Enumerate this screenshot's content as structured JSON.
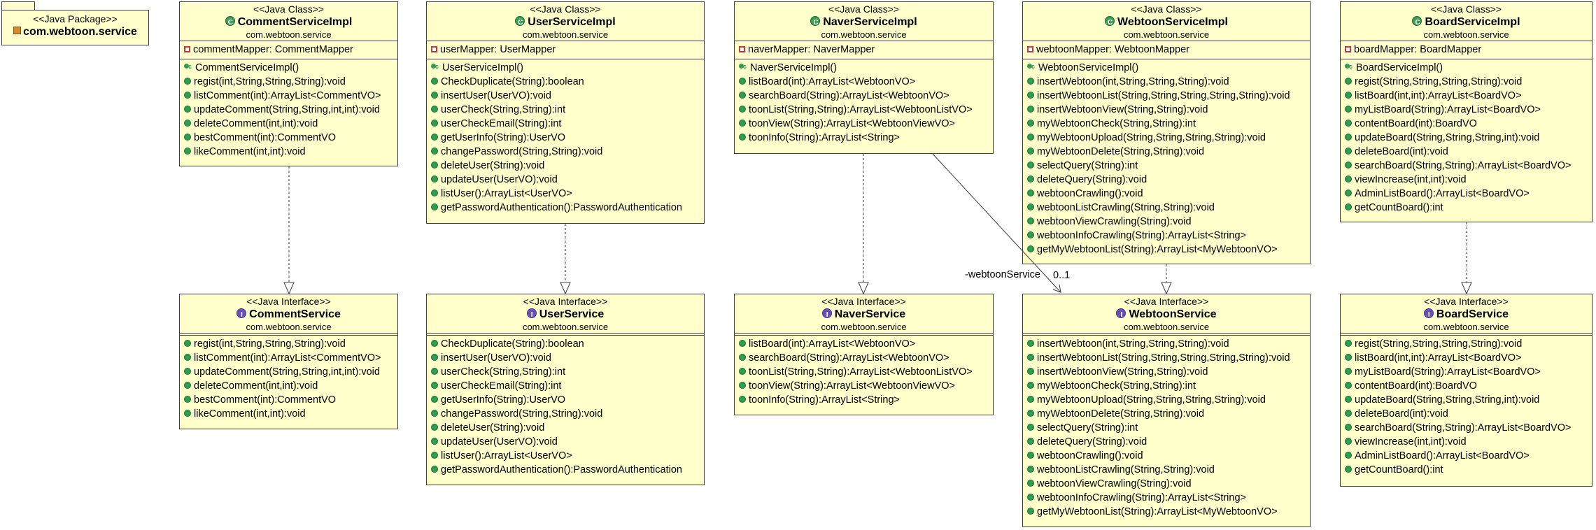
{
  "package": {
    "stereotype": "<<Java Package>>",
    "name": "com.webtoon.service"
  },
  "classes": {
    "comment_impl": {
      "stereotype": "<<Java Class>>",
      "name": "CommentServiceImpl",
      "package": "com.webtoon.service",
      "fields": [
        "commentMapper: CommentMapper"
      ],
      "constructor": "CommentServiceImpl()",
      "methods": [
        "regist(int,String,String,String):void",
        "listComment(int):ArrayList<CommentVO>",
        "updateComment(String,String,int,int):void",
        "deleteComment(int,int):void",
        "bestComment(int):CommentVO",
        "likeComment(int,int):void"
      ]
    },
    "user_impl": {
      "stereotype": "<<Java Class>>",
      "name": "UserServiceImpl",
      "package": "com.webtoon.service",
      "fields": [
        "userMapper: UserMapper"
      ],
      "constructor": "UserServiceImpl()",
      "methods": [
        "CheckDuplicate(String):boolean",
        "insertUser(UserVO):void",
        "userCheck(String,String):int",
        "userCheckEmail(String):int",
        "getUserInfo(String):UserVO",
        "changePassword(String,String):void",
        "deleteUser(String):void",
        "updateUser(UserVO):void",
        "listUser():ArrayList<UserVO>",
        "getPasswordAuthentication():PasswordAuthentication"
      ]
    },
    "naver_impl": {
      "stereotype": "<<Java Class>>",
      "name": "NaverServiceImpl",
      "package": "com.webtoon.service",
      "fields": [
        "naverMapper: NaverMapper"
      ],
      "constructor": "NaverServiceImpl()",
      "methods": [
        "listBoard(int):ArrayList<WebtoonVO>",
        "searchBoard(String):ArrayList<WebtoonVO>",
        "toonList(String,String):ArrayList<WebtoonListVO>",
        "toonView(String):ArrayList<WebtoonViewVO>",
        "toonInfo(String):ArrayList<String>"
      ]
    },
    "webtoon_impl": {
      "stereotype": "<<Java Class>>",
      "name": "WebtoonServiceImpl",
      "package": "com.webtoon.service",
      "fields": [
        "webtoonMapper: WebtoonMapper"
      ],
      "constructor": "WebtoonServiceImpl()",
      "methods": [
        "insertWebtoon(int,String,String,String):void",
        "insertWebtoonList(String,String,String,String,String):void",
        "insertWebtoonView(String,String):void",
        "myWebtoonCheck(String,String):int",
        "myWebtoonUpload(String,String,String,String):void",
        "myWebtoonDelete(String,String):void",
        "selectQuery(String):int",
        "deleteQuery(String):void",
        "webtoonCrawling():void",
        "webtoonListCrawling(String,String):void",
        "webtoonViewCrawling(String):void",
        "webtoonInfoCrawling(String):ArrayList<String>",
        "getMyWebtoonList(String):ArrayList<MyWebtoonVO>"
      ]
    },
    "board_impl": {
      "stereotype": "<<Java Class>>",
      "name": "BoardServiceImpl",
      "package": "com.webtoon.service",
      "fields": [
        "boardMapper: BoardMapper"
      ],
      "constructor": "BoardServiceImpl()",
      "methods": [
        "regist(String,String,String,String):void",
        "listBoard(int,int):ArrayList<BoardVO>",
        "myListBoard(String):ArrayList<BoardVO>",
        "contentBoard(int):BoardVO",
        "updateBoard(String,String,String,int):void",
        "deleteBoard(int):void",
        "searchBoard(String,String):ArrayList<BoardVO>",
        "viewIncrease(int,int):void",
        "AdminListBoard():ArrayList<BoardVO>",
        "getCountBoard():int"
      ]
    }
  },
  "interfaces": {
    "comment": {
      "stereotype": "<<Java Interface>>",
      "name": "CommentService",
      "package": "com.webtoon.service",
      "methods": [
        "regist(int,String,String,String):void",
        "listComment(int):ArrayList<CommentVO>",
        "updateComment(String,String,int,int):void",
        "deleteComment(int,int):void",
        "bestComment(int):CommentVO",
        "likeComment(int,int):void"
      ]
    },
    "user": {
      "stereotype": "<<Java Interface>>",
      "name": "UserService",
      "package": "com.webtoon.service",
      "methods": [
        "CheckDuplicate(String):boolean",
        "insertUser(UserVO):void",
        "userCheck(String,String):int",
        "userCheckEmail(String):int",
        "getUserInfo(String):UserVO",
        "changePassword(String,String):void",
        "deleteUser(String):void",
        "updateUser(UserVO):void",
        "listUser():ArrayList<UserVO>",
        "getPasswordAuthentication():PasswordAuthentication"
      ]
    },
    "naver": {
      "stereotype": "<<Java Interface>>",
      "name": "NaverService",
      "package": "com.webtoon.service",
      "methods": [
        "listBoard(int):ArrayList<WebtoonVO>",
        "searchBoard(String):ArrayList<WebtoonVO>",
        "toonList(String,String):ArrayList<WebtoonListVO>",
        "toonView(String):ArrayList<WebtoonViewVO>",
        "toonInfo(String):ArrayList<String>"
      ]
    },
    "webtoon": {
      "stereotype": "<<Java Interface>>",
      "name": "WebtoonService",
      "package": "com.webtoon.service",
      "methods": [
        "insertWebtoon(int,String,String,String):void",
        "insertWebtoonList(String,String,String,String,String):void",
        "insertWebtoonView(String,String):void",
        "myWebtoonCheck(String,String):int",
        "myWebtoonUpload(String,String,String,String):void",
        "myWebtoonDelete(String,String):void",
        "selectQuery(String):int",
        "deleteQuery(String):void",
        "webtoonCrawling():void",
        "webtoonListCrawling(String,String):void",
        "webtoonViewCrawling(String):void",
        "webtoonInfoCrawling(String):ArrayList<String>",
        "getMyWebtoonList(String):ArrayList<MyWebtoonVO>"
      ]
    },
    "board": {
      "stereotype": "<<Java Interface>>",
      "name": "BoardService",
      "package": "com.webtoon.service",
      "methods": [
        "regist(String,String,String,String):void",
        "listBoard(int,int):ArrayList<BoardVO>",
        "myListBoard(String):ArrayList<BoardVO>",
        "contentBoard(int):BoardVO",
        "updateBoard(String,String,String,int):void",
        "deleteBoard(int):void",
        "searchBoard(String,String):ArrayList<BoardVO>",
        "viewIncrease(int,int):void",
        "AdminListBoard():ArrayList<BoardVO>",
        "getCountBoard():int"
      ]
    }
  },
  "association": {
    "role": "-webtoonService",
    "multiplicity": "0..1"
  },
  "colors": {
    "box_fill": "#ffffcc",
    "border": "#3c3c3c",
    "public_icon": "#2e9e4f",
    "private_icon": "#c63b3b",
    "interface_icon": "#6b4fb8"
  }
}
